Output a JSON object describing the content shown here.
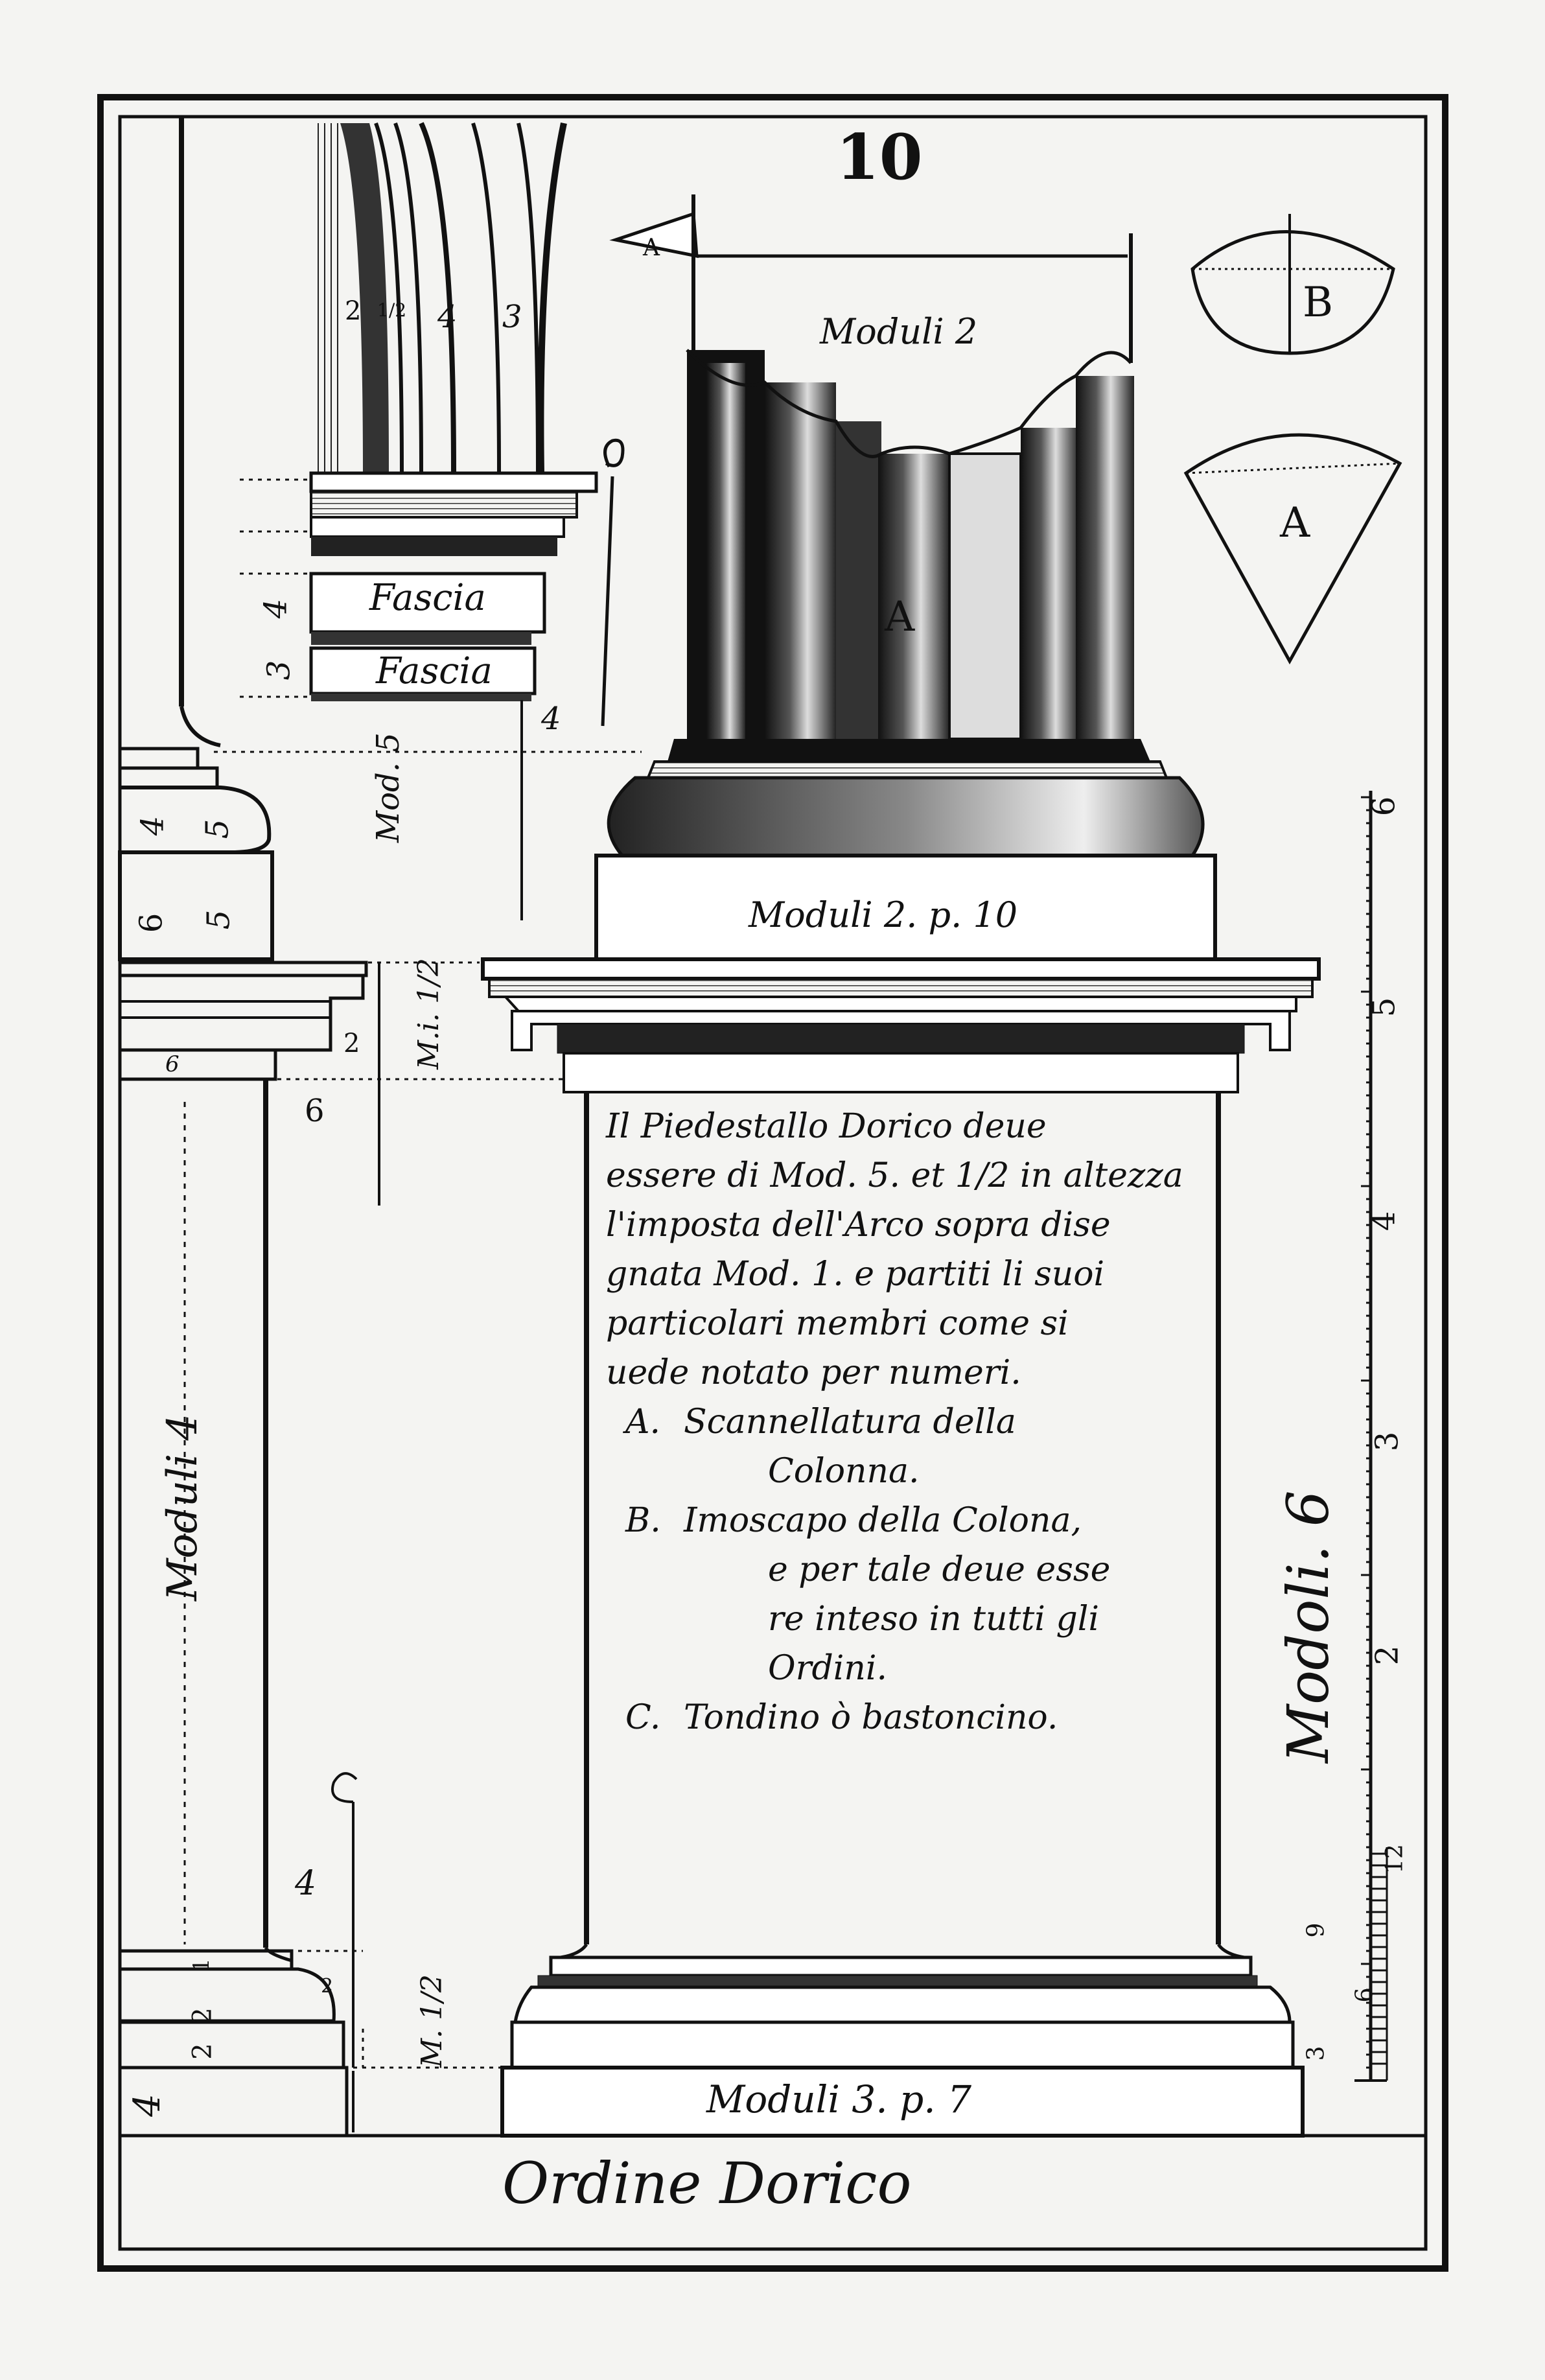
{
  "plate": {
    "number": "10",
    "title": "Ordine Dorico"
  },
  "arch": {
    "fascia_upper": "Fascia",
    "fascia_lower": "Fascia",
    "archivolt_labels": [
      "2",
      "1/2",
      "4",
      "3"
    ],
    "cornice_measures": [
      "4",
      "3",
      "4"
    ]
  },
  "column_shaft": {
    "label": "Moduli 4",
    "top_numbers": [
      "6",
      "2"
    ],
    "base_numbers": [
      "4",
      "2",
      "1",
      "2",
      "2"
    ]
  },
  "left_pedestal": {
    "numbers": [
      "4",
      "5",
      "6",
      "5"
    ],
    "mod_label": "Mod. 5",
    "mi_label": "M.i. 1/2",
    "m_label": "M. 1/2",
    "six": "6",
    "four": "4"
  },
  "fluted_column": {
    "width_label": "Moduli 2",
    "center_letter": "A",
    "marker_letter": "A",
    "base_width_label": "Moduli 2. p. 10"
  },
  "details": {
    "b_letter": "B",
    "a_letter": "A"
  },
  "pedestal": {
    "base_width_label": "Moduli 3. p. 7",
    "text_lines": [
      "Il Piedestallo Dorico deue",
      "essere di Mod. 5. et 1/2 in altezza",
      "l'imposta dell'Arco sopra dise",
      "gnata Mod. 1. e partiti li suoi",
      "particolari membri come si",
      "uede notato per numeri."
    ],
    "key": [
      {
        "letter": "A.",
        "text": [
          "Scannellatura della",
          "Colonna."
        ]
      },
      {
        "letter": "B.",
        "text": [
          "Imoscapo della Colona,",
          "e per tale deue esse",
          "re inteso in tutti gli",
          "Ordini."
        ]
      },
      {
        "letter": "C.",
        "text": [
          "Tondino ò bastoncino."
        ]
      }
    ]
  },
  "scale": {
    "label": "Modoli. 6",
    "ticks": [
      "6",
      "5",
      "4",
      "3",
      "2",
      "12",
      "9",
      "6",
      "3"
    ]
  }
}
